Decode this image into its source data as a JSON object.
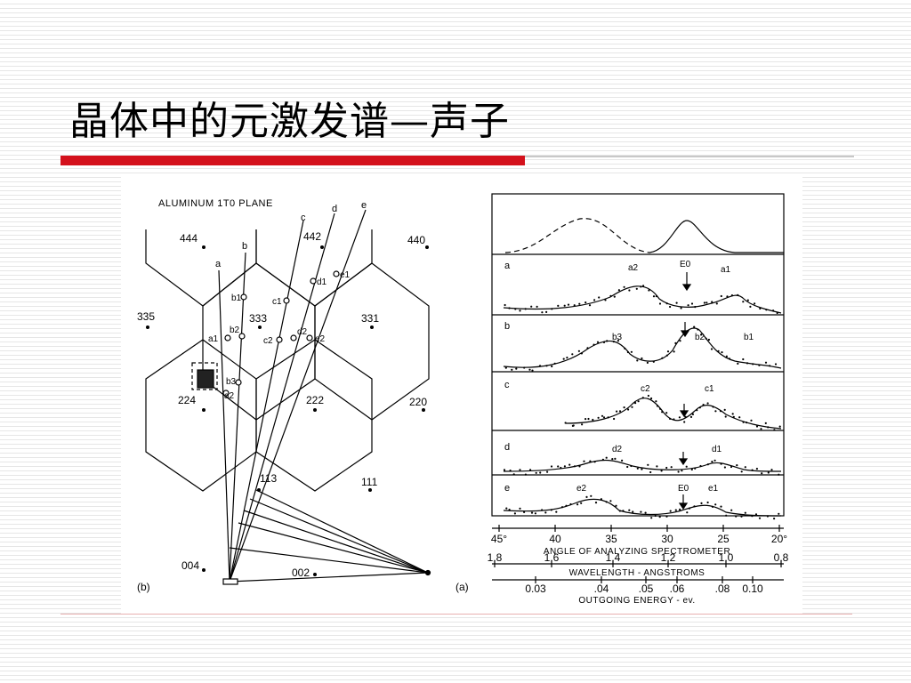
{
  "slide": {
    "title": "晶体中的元激发谱—声子",
    "accent_color": "#d4111c"
  },
  "figure_b": {
    "title": "ALUMINUM 1T0 PLANE",
    "panel_label": "(b)",
    "ray_labels": [
      "a",
      "b",
      "c",
      "d",
      "e"
    ],
    "lattice_points": [
      "444",
      "442",
      "440",
      "335",
      "333",
      "331",
      "224",
      "222",
      "220",
      "113",
      "111",
      "004",
      "002"
    ],
    "point_labels": [
      "a1",
      "a2",
      "b1",
      "b2",
      "b3",
      "c1",
      "c2",
      "d1",
      "d2",
      "e1",
      "e2"
    ]
  },
  "figure_a": {
    "panel_label": "(a)",
    "scans": [
      {
        "label": "a",
        "peaks": [
          "a2",
          "a1"
        ],
        "marker": "E0"
      },
      {
        "label": "b",
        "peaks": [
          "b3",
          "b2",
          "b1"
        ]
      },
      {
        "label": "c",
        "peaks": [
          "c2",
          "c1"
        ]
      },
      {
        "label": "d",
        "peaks": [
          "d2",
          "d1"
        ]
      },
      {
        "label": "e",
        "peaks": [
          "e2",
          "e1"
        ],
        "marker": "E0"
      }
    ],
    "axes": {
      "angle": {
        "label": "ANGLE OF ANALYZING SPECTROMETER",
        "ticks": [
          "45°",
          "40",
          "35",
          "30",
          "25",
          "20°"
        ]
      },
      "wavelength": {
        "label": "WAVELENGTH - ANGSTROMS",
        "ticks": [
          "1.8",
          "1.6",
          "1.4",
          "1.2",
          "1.0",
          "0.8"
        ]
      },
      "energy": {
        "label": "OUTGOING ENERGY - ev.",
        "ticks": [
          "0.03",
          ".04",
          ".05",
          ".06",
          ".08",
          "0.10"
        ]
      }
    }
  }
}
